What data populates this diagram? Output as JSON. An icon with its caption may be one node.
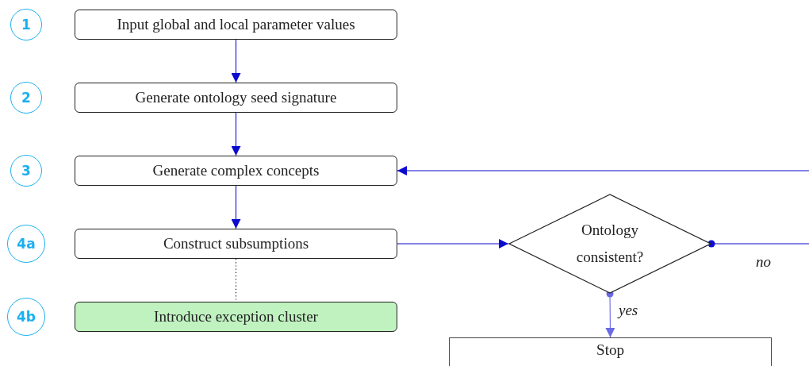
{
  "diagram": {
    "nodes": [
      {
        "text": [
          "1"
        ]
      },
      {
        "text": [
          "Input global and local parameter values"
        ]
      },
      {
        "text": [
          "2"
        ]
      },
      {
        "text": [
          "Generate ontology seed signature"
        ]
      },
      {
        "text": [
          "3"
        ]
      },
      {
        "text": [
          "Generate complex concepts"
        ]
      },
      {
        "text": [
          "4a"
        ]
      },
      {
        "text": [
          "Construct subsumptions"
        ]
      },
      {
        "text": [
          "Ontology consistent?"
        ]
      },
      {
        "text": [
          "4b"
        ]
      },
      {
        "text": [
          "Introduce exception cluster"
        ]
      },
      {
        "text": [
          "Stop"
        ]
      }
    ],
    "edges": [
      {
        "from": 1,
        "to": 3,
        "arrow": "to"
      },
      {
        "from": 3,
        "to": 5,
        "arrow": "to"
      },
      {
        "from": 5,
        "to": 7,
        "arrow": "to"
      },
      {
        "from": 7,
        "to": 8,
        "arrow": "to"
      },
      {
        "from": 7,
        "to": 10,
        "arrow": "none",
        "style": "dashed",
        "color": "#000000"
      },
      {
        "from": 8,
        "to": 11,
        "arrow": "to",
        "label": "yes",
        "color": "#6a6ae6"
      },
      {
        "from": 8,
        "to": null,
        "arrow": "other",
        "label": "no"
      },
      {
        "from": null,
        "to": 5,
        "arrow": "to"
      }
    ]
  }
}
